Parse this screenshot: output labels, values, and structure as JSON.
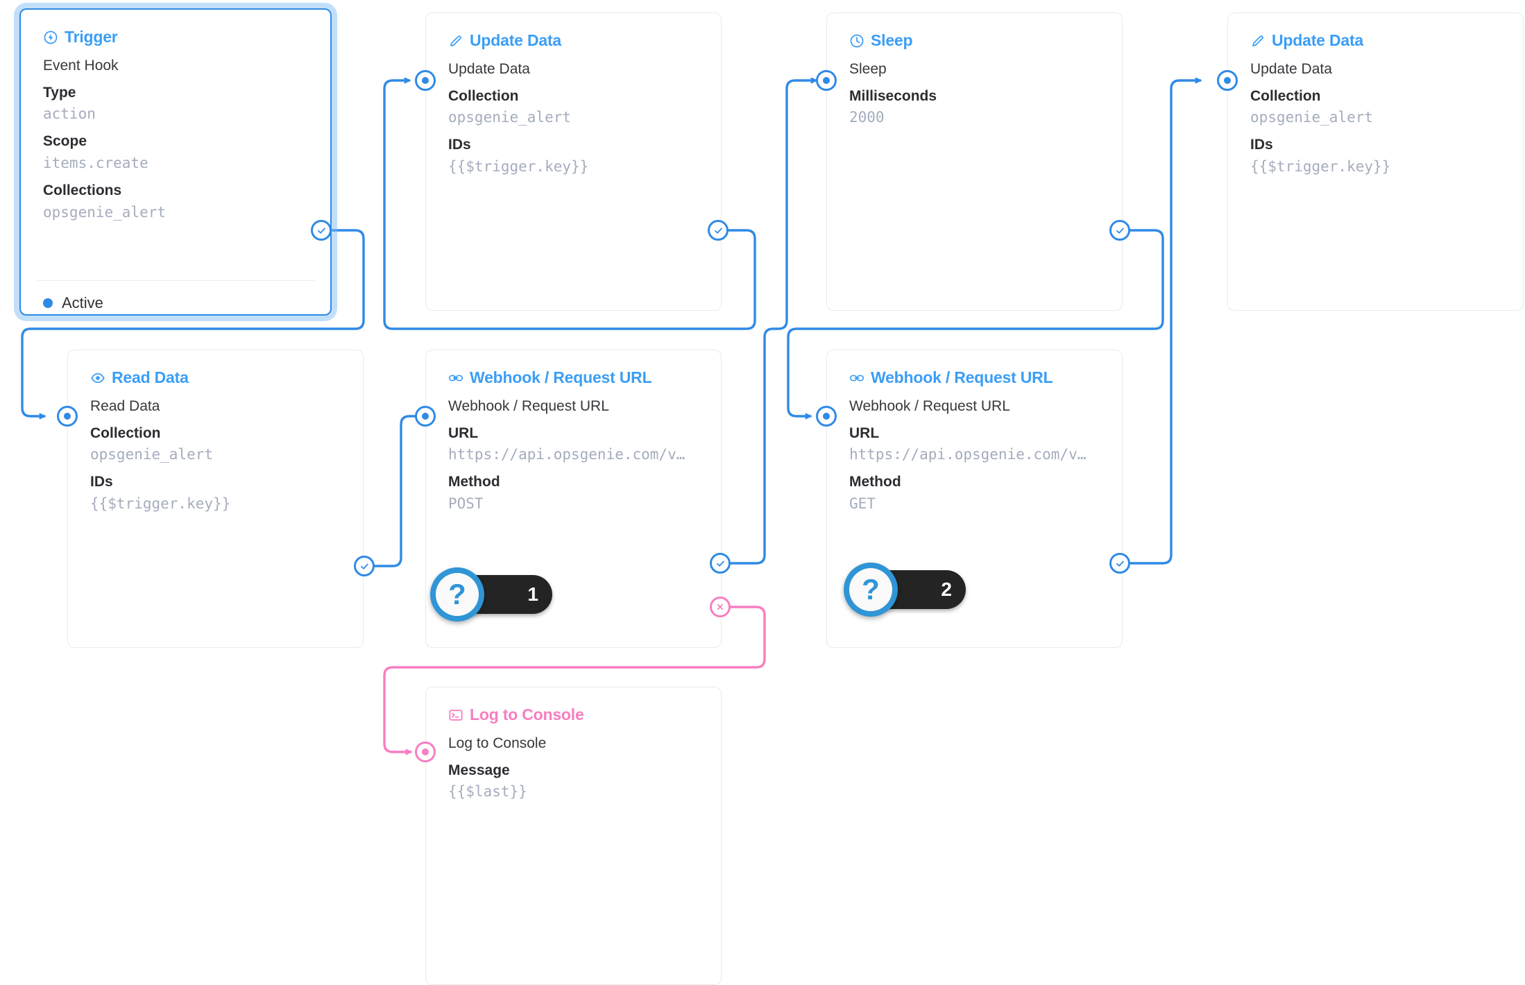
{
  "theme": {
    "accent": "#2f8ae6",
    "accent_text": "#3b9ef5",
    "reject": "#f87ec0",
    "value_text": "#a4acbd",
    "badge_bg": "#242424"
  },
  "nodes": {
    "trigger": {
      "header": "Trigger",
      "icon": "bolt-circle-icon",
      "operation": "Event Hook",
      "fields": [
        {
          "key": "Type",
          "value": "action"
        },
        {
          "key": "Scope",
          "value": "items.create"
        },
        {
          "key": "Collections",
          "value": "opsgenie_alert"
        }
      ],
      "status": "Active"
    },
    "update_data_1": {
      "header": "Update Data",
      "icon": "pencil-icon",
      "operation": "Update Data",
      "fields": [
        {
          "key": "Collection",
          "value": "opsgenie_alert"
        },
        {
          "key": "IDs",
          "value": "{{$trigger.key}}"
        }
      ]
    },
    "sleep": {
      "header": "Sleep",
      "icon": "clock-icon",
      "operation": "Sleep",
      "fields": [
        {
          "key": "Milliseconds",
          "value": "2000"
        }
      ]
    },
    "update_data_2": {
      "header": "Update Data",
      "icon": "pencil-icon",
      "operation": "Update Data",
      "fields": [
        {
          "key": "Collection",
          "value": "opsgenie_alert"
        },
        {
          "key": "IDs",
          "value": "{{$trigger.key}}"
        }
      ]
    },
    "read_data": {
      "header": "Read Data",
      "icon": "eye-icon",
      "operation": "Read Data",
      "fields": [
        {
          "key": "Collection",
          "value": "opsgenie_alert"
        },
        {
          "key": "IDs",
          "value": "{{$trigger.key}}"
        }
      ]
    },
    "webhook_post": {
      "header": "Webhook / Request URL",
      "icon": "link-icon",
      "operation": "Webhook / Request URL",
      "fields": [
        {
          "key": "URL",
          "value": "https://api.opsgenie.com/v…"
        },
        {
          "key": "Method",
          "value": "POST"
        }
      ],
      "badge": {
        "symbol": "?",
        "number": "1"
      }
    },
    "webhook_get": {
      "header": "Webhook / Request URL",
      "icon": "link-icon",
      "operation": "Webhook / Request URL",
      "fields": [
        {
          "key": "URL",
          "value": "https://api.opsgenie.com/v…"
        },
        {
          "key": "Method",
          "value": "GET"
        }
      ],
      "badge": {
        "symbol": "?",
        "number": "2"
      }
    },
    "log_to_console": {
      "header": "Log to Console",
      "icon": "terminal-icon",
      "operation": "Log to Console",
      "fields": [
        {
          "key": "Message",
          "value": "{{$last}}"
        }
      ]
    }
  }
}
